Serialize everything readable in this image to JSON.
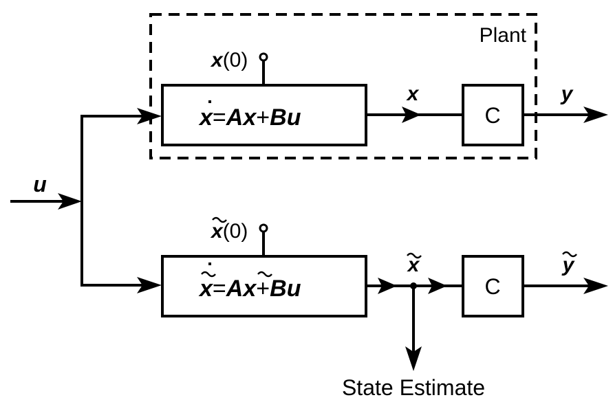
{
  "diagram": {
    "title": "State estimator block diagram",
    "plant_label": "Plant",
    "input_label": "u",
    "plant": {
      "initial_condition": {
        "var": "x",
        "arg": "(0)"
      },
      "equation": {
        "lhs": "x",
        "eq": "=",
        "a": "A",
        "x": "x",
        "plus": "+",
        "b": "B",
        "u": "u"
      },
      "state_label": "x",
      "output_block": "C",
      "output_label": "y"
    },
    "estimator": {
      "initial_condition": {
        "var": "x",
        "arg": "(0)"
      },
      "equation": {
        "lhs": "x",
        "eq": "=",
        "a": "A",
        "x": "x",
        "plus": "+",
        "b": "B",
        "u": "u"
      },
      "state_label": "x",
      "output_block": "C",
      "output_label": "y",
      "tap_label": "State Estimate"
    },
    "colors": {
      "stroke": "#000000",
      "background": "#ffffff"
    }
  }
}
